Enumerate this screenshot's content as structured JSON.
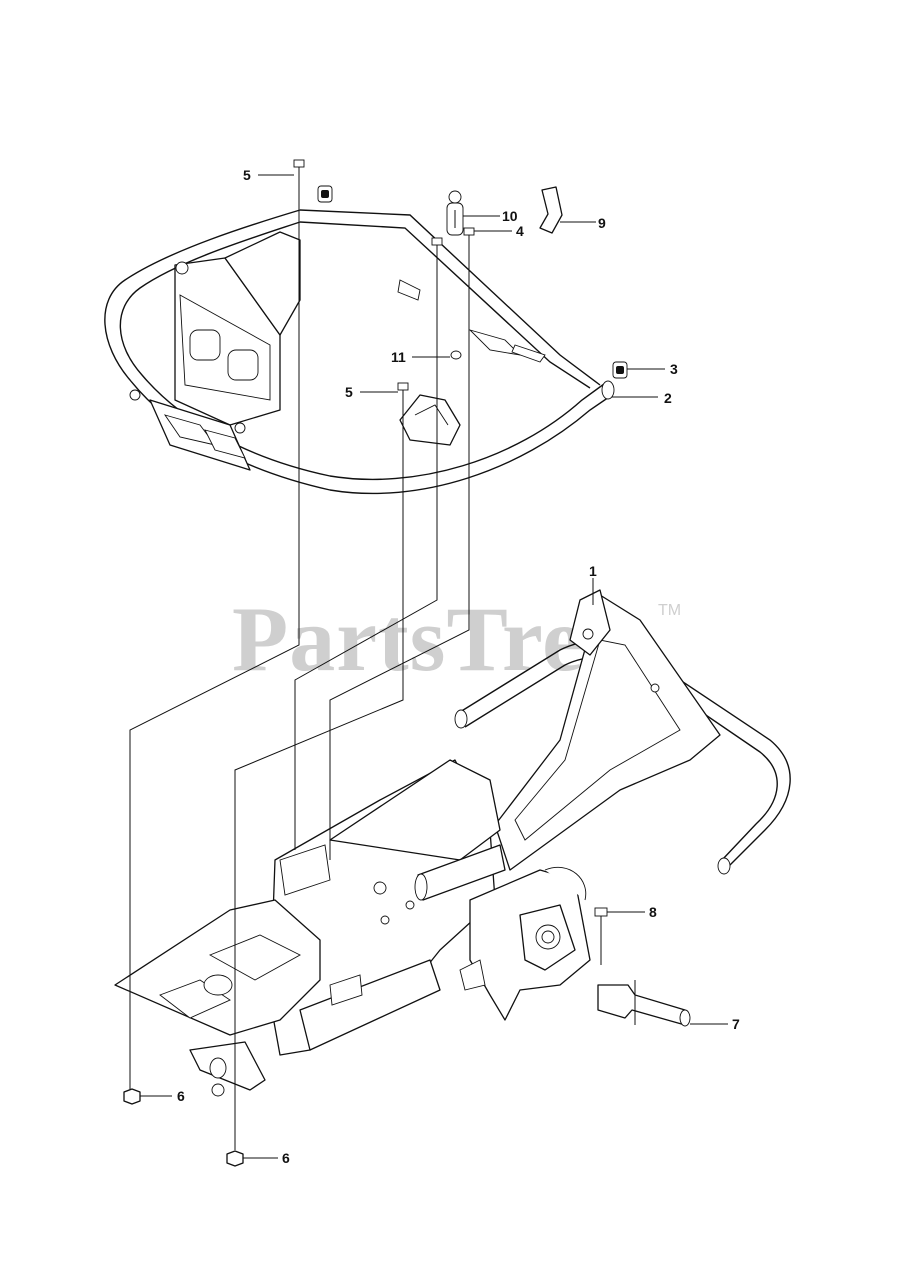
{
  "watermark": {
    "text": "PartsTree",
    "tm": "TM"
  },
  "callouts": [
    {
      "id": "c5a",
      "label": "5"
    },
    {
      "id": "c10",
      "label": "10"
    },
    {
      "id": "c9",
      "label": "9"
    },
    {
      "id": "c4",
      "label": "4"
    },
    {
      "id": "c11",
      "label": "11"
    },
    {
      "id": "c5b",
      "label": "5"
    },
    {
      "id": "c3",
      "label": "3"
    },
    {
      "id": "c2",
      "label": "2"
    },
    {
      "id": "c1",
      "label": "1"
    },
    {
      "id": "c8",
      "label": "8"
    },
    {
      "id": "c7",
      "label": "7"
    },
    {
      "id": "c6a",
      "label": "6"
    },
    {
      "id": "c6b",
      "label": "6"
    }
  ]
}
